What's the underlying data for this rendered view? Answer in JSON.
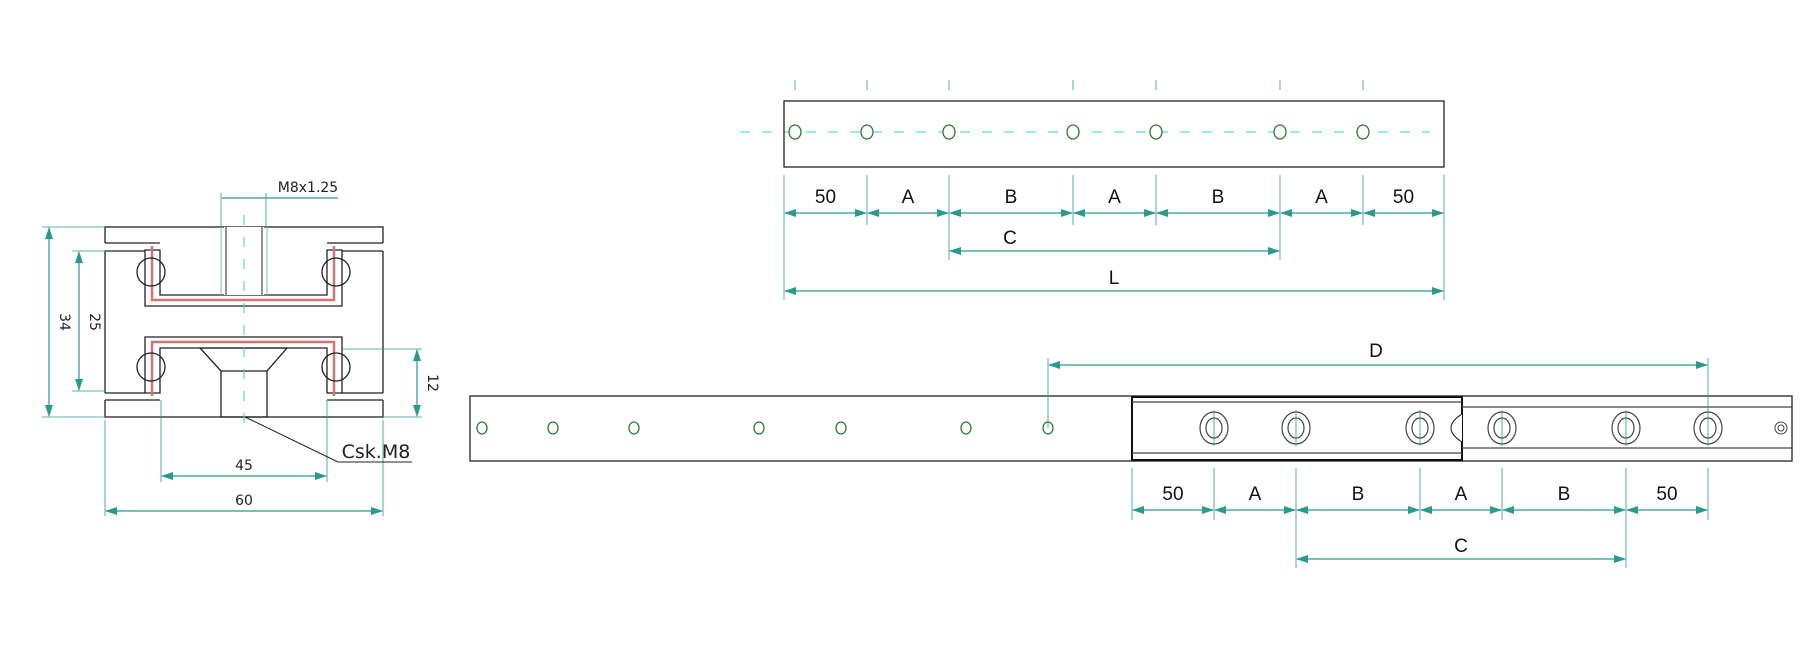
{
  "cross_section": {
    "thread_label": "M8x1.25",
    "countersink_label": "Csk.M8",
    "height_dim": "34",
    "inner_height_dim": "25",
    "offset_dim": "12",
    "hole_span_dim": "45",
    "width_dim": "60"
  },
  "top_view": {
    "segments": [
      "50",
      "A",
      "B",
      "A",
      "B",
      "A",
      "50"
    ],
    "span_label": "C",
    "length_label": "L"
  },
  "extended_view": {
    "stroke_label": "D",
    "segments": [
      "50",
      "A",
      "B",
      "A",
      "B",
      "50"
    ],
    "span_label": "C"
  },
  "colors": {
    "dimension": "#2a9a8e",
    "hatch": "#d88a84",
    "centerline": "#3cd0c8",
    "hole": "#2f7a2f"
  }
}
